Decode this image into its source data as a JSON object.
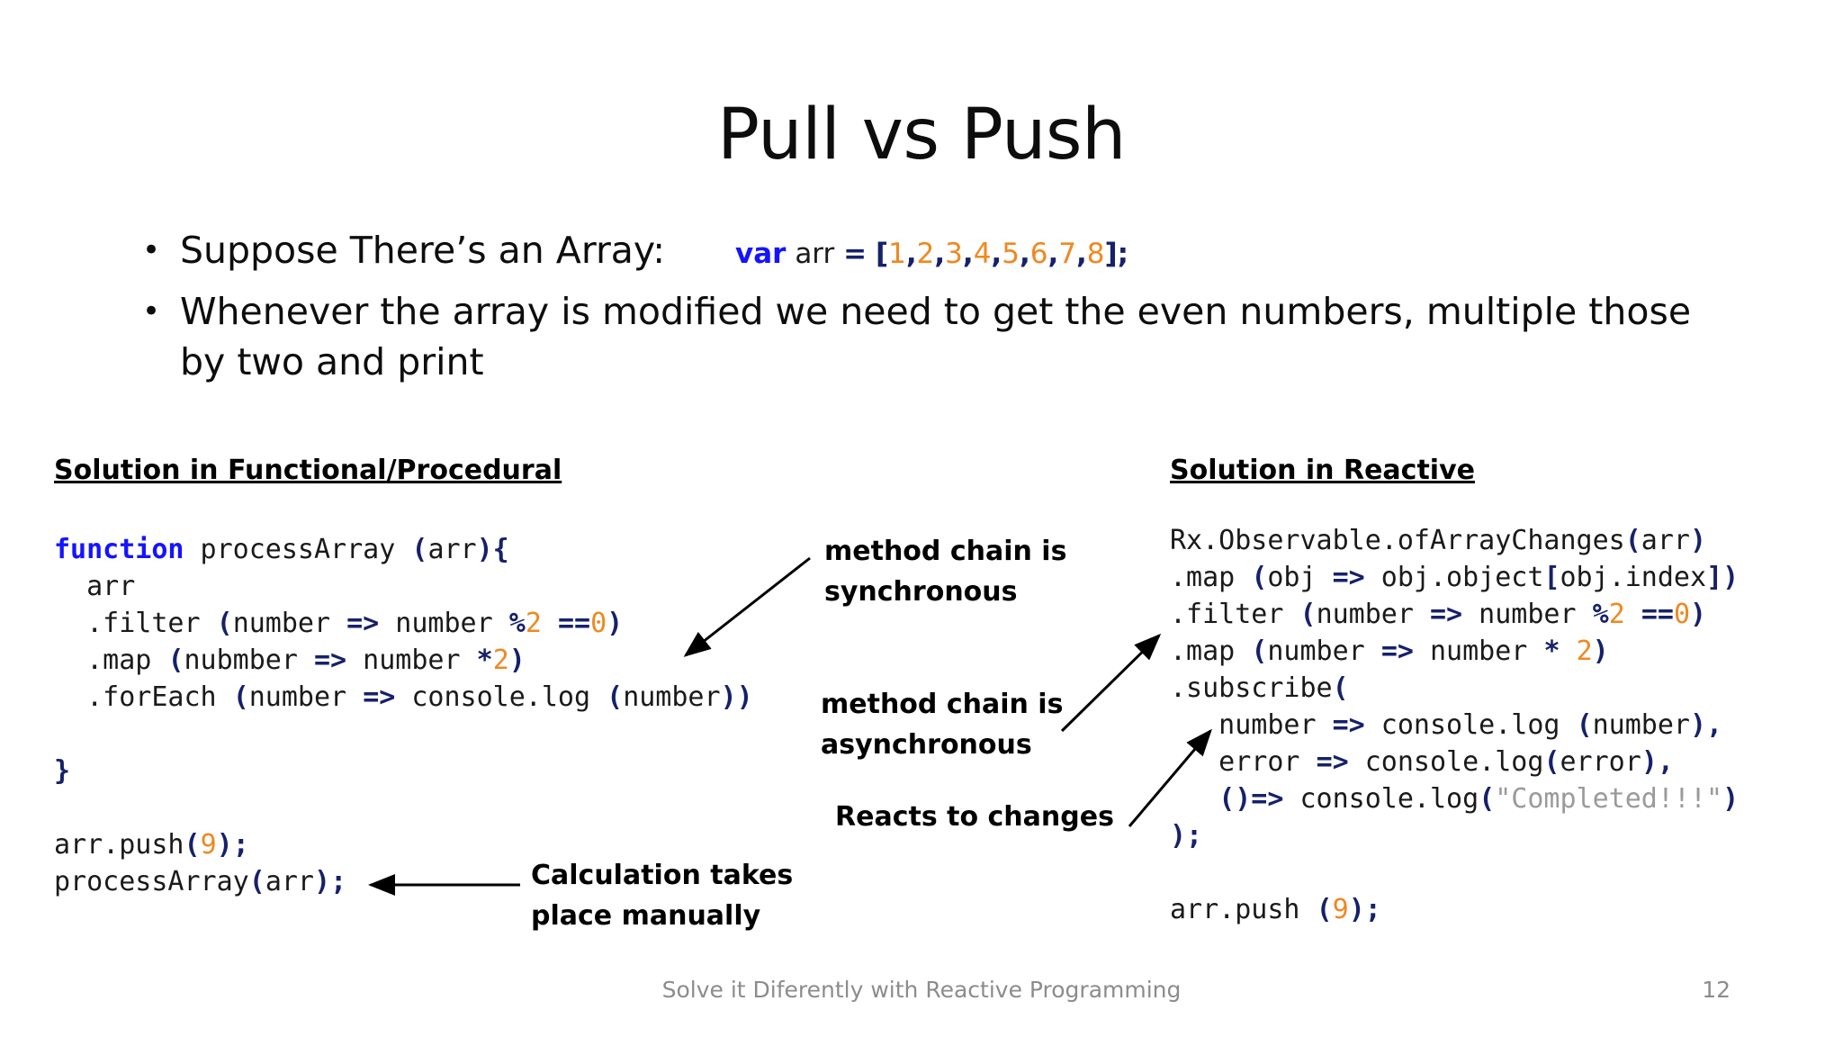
{
  "slide": {
    "title": "Pull vs Push",
    "bullets": [
      {
        "text": "Suppose There’s an Array:",
        "code_tokens": [
          {
            "t": "var",
            "c": "kw"
          },
          {
            "t": " ",
            "c": "plain"
          },
          {
            "t": "arr",
            "c": "ident"
          },
          {
            "t": " ",
            "c": "plain"
          },
          {
            "t": "=",
            "c": "op"
          },
          {
            "t": " ",
            "c": "plain"
          },
          {
            "t": "[",
            "c": "punct"
          },
          {
            "t": "1",
            "c": "num"
          },
          {
            "t": ",",
            "c": "punct"
          },
          {
            "t": "2",
            "c": "num"
          },
          {
            "t": ",",
            "c": "punct"
          },
          {
            "t": "3",
            "c": "num"
          },
          {
            "t": ",",
            "c": "punct"
          },
          {
            "t": "4",
            "c": "num"
          },
          {
            "t": ",",
            "c": "punct"
          },
          {
            "t": "5",
            "c": "num"
          },
          {
            "t": ",",
            "c": "punct"
          },
          {
            "t": "6",
            "c": "num"
          },
          {
            "t": ",",
            "c": "punct"
          },
          {
            "t": "7",
            "c": "num"
          },
          {
            "t": ",",
            "c": "punct"
          },
          {
            "t": "8",
            "c": "num"
          },
          {
            "t": "]",
            "c": "punct"
          },
          {
            "t": ";",
            "c": "punct"
          }
        ],
        "code_plain": "var arr = [1,2,3,4,5,6,7,8];"
      },
      {
        "text": "Whenever the array is modified we need to get the even numbers, multiple those by two and print",
        "code_tokens": [],
        "code_plain": ""
      }
    ],
    "left_column": {
      "heading": "Solution in Functional/Procedural",
      "code_lines": [
        [
          {
            "t": "function",
            "c": "kw"
          },
          {
            "t": " processArray ",
            "c": "ident"
          },
          {
            "t": "(",
            "c": "punct"
          },
          {
            "t": "arr",
            "c": "ident"
          },
          {
            "t": "){",
            "c": "punct"
          }
        ],
        [
          {
            "t": "  arr",
            "c": "ident"
          }
        ],
        [
          {
            "t": "  .filter ",
            "c": "ident"
          },
          {
            "t": "(",
            "c": "punct"
          },
          {
            "t": "number ",
            "c": "ident"
          },
          {
            "t": "=>",
            "c": "op"
          },
          {
            "t": " number ",
            "c": "ident"
          },
          {
            "t": "%",
            "c": "op"
          },
          {
            "t": "2",
            "c": "num"
          },
          {
            "t": " ",
            "c": "plain"
          },
          {
            "t": "==",
            "c": "op"
          },
          {
            "t": "0",
            "c": "num"
          },
          {
            "t": ")",
            "c": "punct"
          }
        ],
        [
          {
            "t": "  .map ",
            "c": "ident"
          },
          {
            "t": "(",
            "c": "punct"
          },
          {
            "t": "nubmber ",
            "c": "ident"
          },
          {
            "t": "=>",
            "c": "op"
          },
          {
            "t": " number ",
            "c": "ident"
          },
          {
            "t": "*",
            "c": "op"
          },
          {
            "t": "2",
            "c": "num"
          },
          {
            "t": ")",
            "c": "punct"
          }
        ],
        [
          {
            "t": "  .forEach ",
            "c": "ident"
          },
          {
            "t": "(",
            "c": "punct"
          },
          {
            "t": "number ",
            "c": "ident"
          },
          {
            "t": "=>",
            "c": "op"
          },
          {
            "t": " console.log ",
            "c": "ident"
          },
          {
            "t": "(",
            "c": "punct"
          },
          {
            "t": "number",
            "c": "ident"
          },
          {
            "t": "))",
            "c": "punct"
          }
        ],
        [],
        [
          {
            "t": "}",
            "c": "punct"
          }
        ],
        [],
        [
          {
            "t": "arr.push",
            "c": "ident"
          },
          {
            "t": "(",
            "c": "punct"
          },
          {
            "t": "9",
            "c": "num"
          },
          {
            "t": ")",
            "c": "punct"
          },
          {
            "t": ";",
            "c": "punct"
          }
        ],
        [
          {
            "t": "processArray",
            "c": "ident"
          },
          {
            "t": "(",
            "c": "punct"
          },
          {
            "t": "arr",
            "c": "ident"
          },
          {
            "t": ")",
            "c": "punct"
          },
          {
            "t": ";",
            "c": "punct"
          }
        ]
      ],
      "code_plain": "function processArray (arr){\n  arr\n  .filter (number => number %2 ==0)\n  .map (nubmber => number *2)\n  .forEach (number => console.log (number))\n\n}\n\narr.push(9);\nprocessArray(arr);"
    },
    "right_column": {
      "heading": "Solution in Reactive",
      "code_lines": [
        [
          {
            "t": "Rx.Observable.ofArrayChanges",
            "c": "ident"
          },
          {
            "t": "(",
            "c": "punct"
          },
          {
            "t": "arr",
            "c": "ident"
          },
          {
            "t": ")",
            "c": "punct"
          }
        ],
        [
          {
            "t": ".map ",
            "c": "ident"
          },
          {
            "t": "(",
            "c": "punct"
          },
          {
            "t": "obj ",
            "c": "ident"
          },
          {
            "t": "=>",
            "c": "op"
          },
          {
            "t": " obj.object",
            "c": "ident"
          },
          {
            "t": "[",
            "c": "punct"
          },
          {
            "t": "obj.index",
            "c": "ident"
          },
          {
            "t": "])",
            "c": "punct"
          }
        ],
        [
          {
            "t": ".filter ",
            "c": "ident"
          },
          {
            "t": "(",
            "c": "punct"
          },
          {
            "t": "number ",
            "c": "ident"
          },
          {
            "t": "=>",
            "c": "op"
          },
          {
            "t": " number ",
            "c": "ident"
          },
          {
            "t": "%",
            "c": "op"
          },
          {
            "t": "2",
            "c": "num"
          },
          {
            "t": " ",
            "c": "plain"
          },
          {
            "t": "==",
            "c": "op"
          },
          {
            "t": "0",
            "c": "num"
          },
          {
            "t": ")",
            "c": "punct"
          }
        ],
        [
          {
            "t": ".map ",
            "c": "ident"
          },
          {
            "t": "(",
            "c": "punct"
          },
          {
            "t": "number ",
            "c": "ident"
          },
          {
            "t": "=>",
            "c": "op"
          },
          {
            "t": " number ",
            "c": "ident"
          },
          {
            "t": "*",
            "c": "op"
          },
          {
            "t": " ",
            "c": "plain"
          },
          {
            "t": "2",
            "c": "num"
          },
          {
            "t": ")",
            "c": "punct"
          }
        ],
        [
          {
            "t": ".subscribe",
            "c": "ident"
          },
          {
            "t": "(",
            "c": "punct"
          }
        ],
        [
          {
            "t": "   number ",
            "c": "ident"
          },
          {
            "t": "=>",
            "c": "op"
          },
          {
            "t": " console.log ",
            "c": "ident"
          },
          {
            "t": "(",
            "c": "punct"
          },
          {
            "t": "number",
            "c": "ident"
          },
          {
            "t": "),",
            "c": "punct"
          }
        ],
        [
          {
            "t": "   error ",
            "c": "ident"
          },
          {
            "t": "=>",
            "c": "op"
          },
          {
            "t": " console.log",
            "c": "ident"
          },
          {
            "t": "(",
            "c": "punct"
          },
          {
            "t": "error",
            "c": "ident"
          },
          {
            "t": "),",
            "c": "punct"
          }
        ],
        [
          {
            "t": "   ",
            "c": "plain"
          },
          {
            "t": "()=>",
            "c": "op"
          },
          {
            "t": " console.log",
            "c": "ident"
          },
          {
            "t": "(",
            "c": "punct"
          },
          {
            "t": "\"Completed!!!\"",
            "c": "str"
          },
          {
            "t": ")",
            "c": "punct"
          }
        ],
        [
          {
            "t": ");",
            "c": "punct"
          }
        ],
        [],
        [
          {
            "t": "arr.push ",
            "c": "ident"
          },
          {
            "t": "(",
            "c": "punct"
          },
          {
            "t": "9",
            "c": "num"
          },
          {
            "t": ")",
            "c": "punct"
          },
          {
            "t": ";",
            "c": "punct"
          }
        ]
      ],
      "code_plain": "Rx.Observable.ofArrayChanges(arr)\n.map (obj => obj.object[obj.index])\n.filter (number => number %2 ==0)\n.map (number => number * 2)\n.subscribe(\n   number => console.log (number),\n   error => console.log(error),\n   ()=> console.log(\"Completed!!!\")\n);\n\narr.push (9);"
    },
    "annotations": [
      {
        "id": "sync",
        "text": "method chain is\nsynchronous"
      },
      {
        "id": "async",
        "text": "method chain is\nasynchronous"
      },
      {
        "id": "reacts",
        "text": "Reacts to changes"
      },
      {
        "id": "manual",
        "text": "Calculation takes\nplace manually"
      }
    ],
    "footer": {
      "text": "Solve it Diferently with Reactive Programming",
      "page": "12"
    },
    "colors": {
      "keyword": "#1414ff",
      "operator": "#16216b",
      "number": "#f0881f",
      "string": "#9a9a9a",
      "text": "#0d0d0d",
      "footer": "#8c8c8c"
    }
  }
}
